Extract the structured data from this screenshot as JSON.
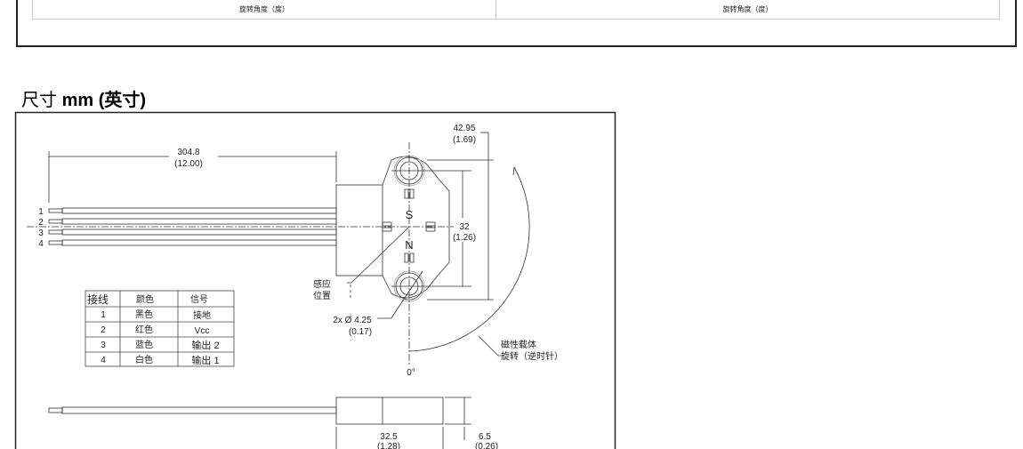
{
  "top_section": {
    "left_chart_xlabel": "旋转角度（度）",
    "right_chart_xlabel": "旋转角度（度）"
  },
  "dimensions_section": {
    "title_prefix": "尺寸",
    "title_unit": "mm",
    "title_suffix": "(英寸)",
    "drawing": {
      "length_mm": "304.8",
      "length_in": "(12.00)",
      "width_mm": "42.95",
      "width_in": "(1.69)",
      "hole_spacing_mm": "32",
      "hole_spacing_in": "(1.26)",
      "hole_dia": "2x Ø 4.25",
      "hole_dia_in": "(0.17)",
      "sensing_label_1": "感应",
      "sensing_label_2": "位置",
      "rotation_label_1": "磁性载体",
      "rotation_label_2": "旋转（逆时针）",
      "zero_angle": "0°",
      "pole_s": "S",
      "pole_n": "N",
      "wire_numbers": [
        "1",
        "2",
        "3",
        "4"
      ],
      "body_length_mm": "32.5",
      "body_length_in": "(1.28)",
      "thickness_mm": "6.5",
      "thickness_in": "(0.26)"
    },
    "pin_table": {
      "headers": [
        "接线",
        "颜色",
        "信号"
      ],
      "rows": [
        [
          "1",
          "黑色",
          "接地"
        ],
        [
          "2",
          "红色",
          "Vcc"
        ],
        [
          "3",
          "蓝色",
          "输出 2"
        ],
        [
          "4",
          "白色",
          "输出 1"
        ]
      ]
    }
  }
}
